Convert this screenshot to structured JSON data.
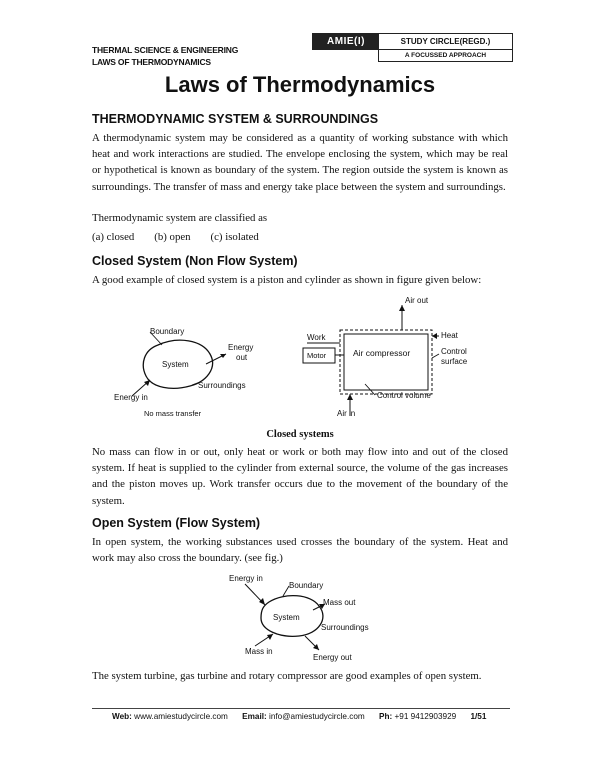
{
  "header": {
    "subject": "THERMAL SCIENCE & ENGINEERING",
    "chapter": "LAWS OF THERMODYNAMICS",
    "tag": "AMIE(I)",
    "brand": "STUDY CIRCLE(REGD.)",
    "tagline": "A FOCUSSED APPROACH"
  },
  "title": "Laws of Thermodynamics",
  "sec1": {
    "heading": "THERMODYNAMIC SYSTEM & SURROUNDINGS",
    "para": "A thermodynamic system may be considered as a quantity of working substance with which heat and work interactions are studied. The envelope enclosing the system, which may be real or hypothetical is known as boundary of the system. The region outside the system is known as surroundings. The transfer of mass and energy take place between the system and surroundings.",
    "classified": "Thermodynamic system are classified as",
    "classes": [
      "(a) closed",
      "(b) open",
      "(c) isolated"
    ]
  },
  "closed": {
    "heading": "Closed System (Non Flow System)",
    "intro": "A good example of closed system is a piston and cylinder as shown in figure given below:",
    "fig_left": {
      "boundary": "Boundary",
      "system": "System",
      "energy_out": [
        "Energy",
        "out"
      ],
      "surroundings": "Surroundings",
      "energy_in": "Energy in",
      "note": "No mass transfer"
    },
    "fig_right": {
      "air_out": "Air out",
      "work": "Work",
      "motor": "Motor",
      "compressor": "Air compressor",
      "heat": "Heat",
      "control_surface": [
        "Control",
        "surface"
      ],
      "control_volume": "Control volume",
      "air_in": "Air in"
    },
    "caption": "Closed systems",
    "para": "No mass can flow in or out, only heat or work or both may flow into and out of the closed system. If heat is supplied to the cylinder from external source, the volume of the gas increases and the piston moves up. Work transfer occurs due to the movement of the boundary of the system."
  },
  "open": {
    "heading": "Open System (Flow System)",
    "para": "In open system, the working substances used crosses the boundary of the system. Heat and work may also cross the boundary. (see fig.)",
    "fig": {
      "energy_in": "Energy in",
      "boundary": "Boundary",
      "mass_out": "Mass out",
      "system": "System",
      "surroundings": "Surroundings",
      "mass_in": "Mass in",
      "energy_out": "Energy out"
    },
    "examples": "The system turbine, gas turbine and rotary compressor are good examples of open system."
  },
  "footer": {
    "web_label": "Web:",
    "web": "www.amiestudycircle.com",
    "email_label": "Email:",
    "email": "info@amiestudycircle.com",
    "ph_label": "Ph:",
    "phone": "+91 9412903929",
    "page": "1/51"
  }
}
